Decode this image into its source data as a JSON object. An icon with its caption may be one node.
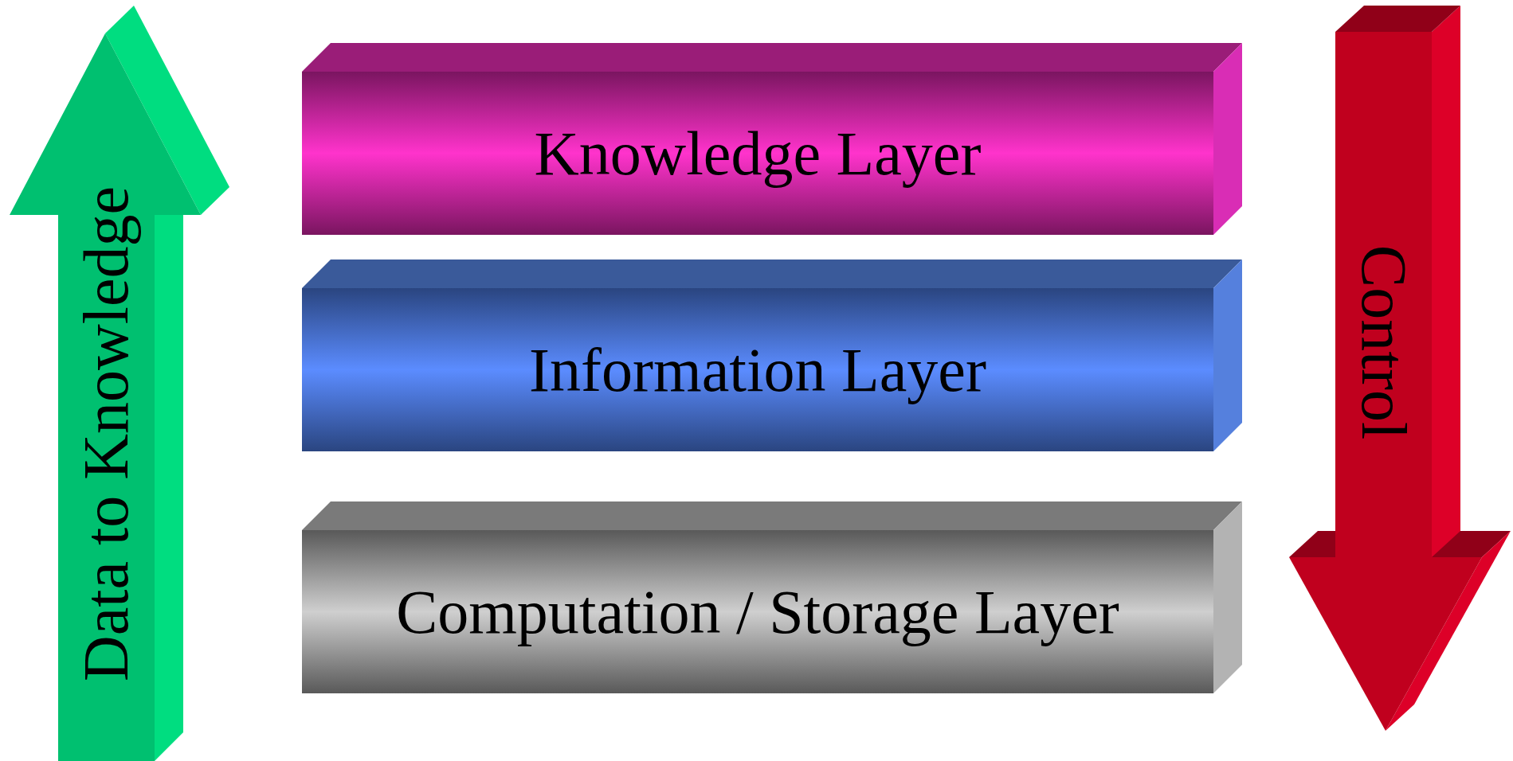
{
  "diagram": {
    "nodes": [
      {
        "text": [
          "Data to Knowledge"
        ]
      },
      {
        "text": [
          "Knowledge Layer"
        ]
      },
      {
        "text": [
          "Information Layer"
        ]
      },
      {
        "text": [
          "Computation / Storage Layer"
        ]
      },
      {
        "text": [
          "Control"
        ]
      }
    ]
  }
}
